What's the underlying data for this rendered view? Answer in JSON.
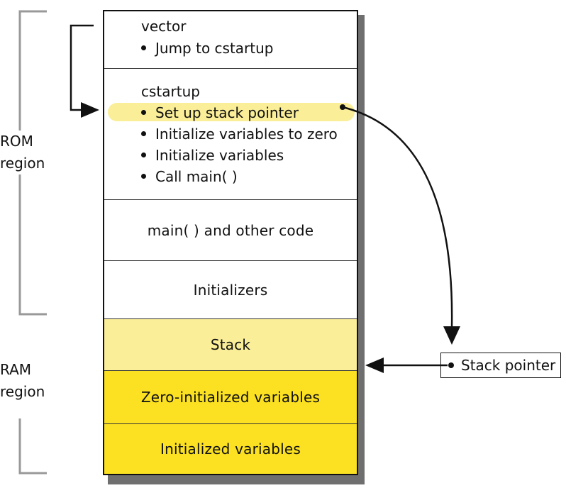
{
  "memory_blocks": {
    "vector": {
      "title": "vector",
      "bullets": [
        "Jump to cstartup"
      ]
    },
    "cstartup": {
      "title": "cstartup",
      "bullets": [
        "Set up stack pointer",
        "Initialize variables to zero",
        "Initialize variables",
        "Call main( )"
      ]
    },
    "main_code": {
      "label": "main( ) and other code"
    },
    "initializers": {
      "label": "Initializers"
    },
    "stack": {
      "label": "Stack"
    },
    "zero_init": {
      "label": "Zero-initialized variables"
    },
    "init_vars": {
      "label": "Initialized variables"
    }
  },
  "regions": {
    "rom": {
      "line1": "ROM",
      "line2": "region"
    },
    "ram": {
      "line1": "RAM",
      "line2": "region"
    }
  },
  "stack_pointer_box": {
    "label": "Stack pointer"
  },
  "colors": {
    "highlight": "#fbee98",
    "stack_fill": "#fbee98",
    "variables_fill": "#fbe122",
    "bracket": "#999999",
    "border": "#111111"
  }
}
